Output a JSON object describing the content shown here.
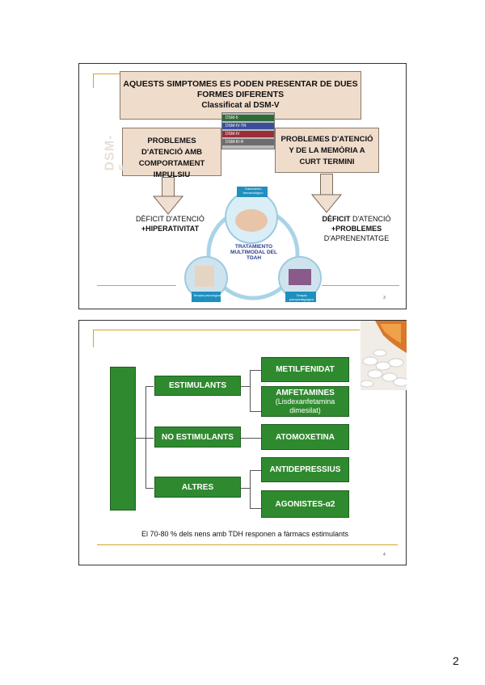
{
  "slide1": {
    "title_line1": "AQUESTS SIMPTOMES ES PODEN PRESENTAR DE DUES FORMES DIFERENTS",
    "title_line2": "Classificat al DSM-V",
    "left_box": "PROBLEMES D'ATENCIÓ AMB COMPORTAMENT IMPULSIU",
    "right_box": "PROBLEMES D'ATENCIÓ Y DE LA MEMÒRIA A CURT TERMINI",
    "left_result_1": "DÈFICIT D'ATENCIÓ",
    "left_result_2": "+HIPERATIVITAT",
    "right_result_1": "DÈFICIT",
    "right_result_2": " D'ATENCIÓ",
    "right_result_3": "+PROBLEMES",
    "right_result_4": "D'APRENENTATGE",
    "vertical_text": "DSM-5",
    "books": [
      "DSM-5",
      "DSM-IV-TR",
      "DSM-IV",
      "DSM-III-R"
    ],
    "cycle_title": "TRATAMIENTO MULTIMODAL DEL TDAH",
    "cycle_top_label": "Tratamiento farmacológico",
    "cycle_left_label": "Terapia psicológica",
    "cycle_right_label": "Terapia psicopedagógica",
    "slide_number": "3"
  },
  "slide2": {
    "estimulants": "ESTIMULANTS",
    "no_estimulants": "NO ESTIMULANTS",
    "altres": "ALTRES",
    "metilfenidat": "METILFENIDAT",
    "amfetamines": "AMFETAMINES",
    "amfetamines_sub": "(Lisdexanfetamina dimesilat)",
    "atomoxetina": "ATOMOXETINA",
    "antidepressius": "ANTIDEPRESSIUS",
    "agonistes": "AGONISTES-α2",
    "footer": "El 70-80 % dels nens amb TDH responen a fàrmacs estimulants",
    "slide_number": "4"
  },
  "page_number": "2"
}
